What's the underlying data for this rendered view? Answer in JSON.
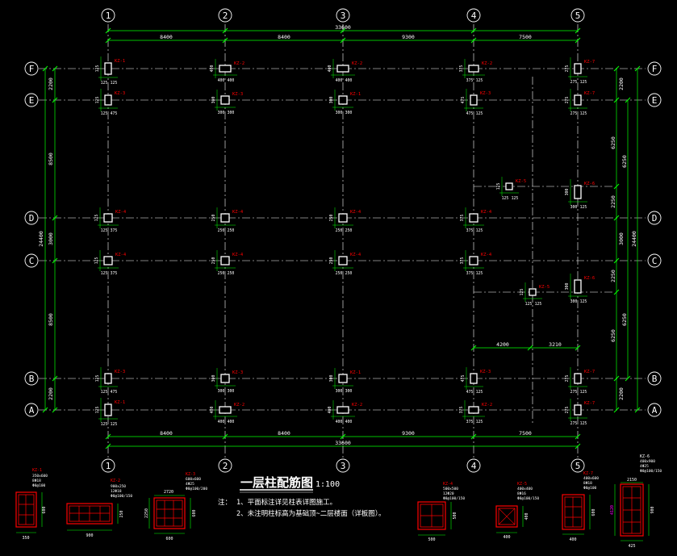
{
  "colors": {
    "background": "#000000",
    "grid": "#ffffff",
    "dimension": "#00ff00",
    "label": "#ff0000",
    "bubble": "#ffffff",
    "text": "#ffffff",
    "accent": "#ff00ff"
  },
  "grid_x": [
    {
      "label": "1"
    },
    {
      "label": "2"
    },
    {
      "label": "3"
    },
    {
      "label": "4"
    },
    {
      "label": "5"
    }
  ],
  "grid_y": [
    {
      "label": "F"
    },
    {
      "label": "E"
    },
    {
      "label": "D"
    },
    {
      "label": "C"
    },
    {
      "label": "B"
    },
    {
      "label": "A"
    }
  ],
  "dims_top": {
    "spans": [
      "8400",
      "8400",
      "9300",
      "7500"
    ],
    "total": "33600"
  },
  "dims_bottom": {
    "spans": [
      "8400",
      "8400",
      "9300",
      "7500"
    ],
    "total": "33600"
  },
  "dims_left": {
    "spans": [
      "2200",
      "8500",
      "3000",
      "8500",
      "2200"
    ],
    "total": "24400"
  },
  "dims_right": {
    "spans": [
      "2200",
      "6250",
      "2250",
      "3000",
      "2250",
      "6250",
      "2200"
    ],
    "total": "24400"
  },
  "dims_inner": {
    "spans": [
      "4200",
      "3210"
    ]
  },
  "columns": [
    {
      "label": "KZ-1",
      "d1": "125",
      "d2": "125"
    },
    {
      "label": "KZ-2",
      "d1": "400",
      "d2": "400"
    },
    {
      "label": "KZ-2",
      "d1": "400",
      "d2": "400"
    },
    {
      "label": "KZ-2",
      "d1": "375",
      "d2": "125"
    },
    {
      "label": "KZ-7",
      "d1": "275",
      "d2": "125"
    },
    {
      "label": "KZ-3",
      "d1": "125",
      "d2": "475"
    },
    {
      "label": "KZ-3",
      "d1": "300",
      "d2": "300"
    },
    {
      "label": "KZ-1",
      "d1": "300",
      "d2": "300"
    },
    {
      "label": "KZ-3",
      "d1": "475",
      "d2": "125"
    },
    {
      "label": "KZ-7",
      "d1": "275",
      "d2": "125"
    },
    {
      "label": "KZ-4",
      "d1": "125",
      "d2": "375"
    },
    {
      "label": "KZ-4",
      "d1": "250",
      "d2": "250"
    },
    {
      "label": "KZ-4",
      "d1": "250",
      "d2": "250"
    },
    {
      "label": "KZ-4",
      "d1": "375",
      "d2": "125"
    },
    {
      "label": "KZ-4",
      "d1": "125",
      "d2": "375"
    },
    {
      "label": "KZ-4",
      "d1": "250",
      "d2": "250"
    },
    {
      "label": "KZ-4",
      "d1": "250",
      "d2": "250"
    },
    {
      "label": "KZ-4",
      "d1": "375",
      "d2": "125"
    },
    {
      "label": "KZ-3",
      "d1": "125",
      "d2": "475"
    },
    {
      "label": "KZ-3",
      "d1": "300",
      "d2": "300"
    },
    {
      "label": "KZ-1",
      "d1": "300",
      "d2": "300"
    },
    {
      "label": "KZ-3",
      "d1": "475",
      "d2": "125"
    },
    {
      "label": "KZ-7",
      "d1": "275",
      "d2": "125"
    },
    {
      "label": "KZ-1",
      "d1": "125",
      "d2": "125"
    },
    {
      "label": "KZ-2",
      "d1": "400",
      "d2": "400"
    },
    {
      "label": "KZ-2",
      "d1": "400",
      "d2": "400"
    },
    {
      "label": "KZ-2",
      "d1": "375",
      "d2": "125"
    },
    {
      "label": "KZ-7",
      "d1": "275",
      "d2": "125"
    },
    {
      "label": "KZ-5",
      "d1": "125",
      "d2": "125"
    },
    {
      "label": "KZ-6",
      "d1": "300",
      "d2": "125"
    },
    {
      "label": "KZ-5",
      "d1": "125",
      "d2": "125"
    },
    {
      "label": "KZ-6",
      "d1": "300",
      "d2": "125"
    }
  ],
  "title": {
    "main": "一层柱配筋图",
    "scale": "1:100"
  },
  "notes": {
    "prefix": "注：",
    "lines": [
      "1、平面标注详见柱表详图施工。",
      "2、未注明柱标高为基础顶~二层楼面（详板图）。"
    ]
  },
  "details": [
    {
      "name": "KZ-1",
      "spec1": "350x600",
      "spec2": "8Φ18",
      "spec3": "Φ8@100",
      "dim_w": "350",
      "dim_h": "600"
    },
    {
      "name": "KZ-2",
      "spec1": "900x250",
      "spec2": "12Φ18",
      "spec3": "Φ8@100/150",
      "dim_w": "900",
      "dim_h": "250"
    },
    {
      "name": "KZ-3",
      "spec1": "600x600",
      "spec2": "4Φ25",
      "spec3": "Φ8@100/200",
      "dim_w": "600",
      "dim_h": "600",
      "dim_top": "2720",
      "dim_side": "2250"
    },
    {
      "name": "KZ-4",
      "spec1": "500x500",
      "spec2": "12Φ20",
      "spec3": "Φ8@100/150",
      "dim_w": "500",
      "dim_h": "500"
    },
    {
      "name": "KZ-5",
      "spec1": "400x400",
      "spec2": "8Φ16",
      "spec3": "Φ8@100/150",
      "dim_w": "400",
      "dim_h": "400"
    },
    {
      "name": "KZ-7",
      "spec1": "400x600",
      "spec2": "8Φ18",
      "spec3": "Φ8@100",
      "dim_w": "400",
      "dim_h": "600"
    },
    {
      "name": "KZ-6",
      "spec1": "400x900",
      "spec2": "4Φ25",
      "spec3": "Φ8@100/150",
      "dim_w": "425",
      "dim_h": "900",
      "dim_top": "2150",
      "dim_side": "4120"
    }
  ]
}
